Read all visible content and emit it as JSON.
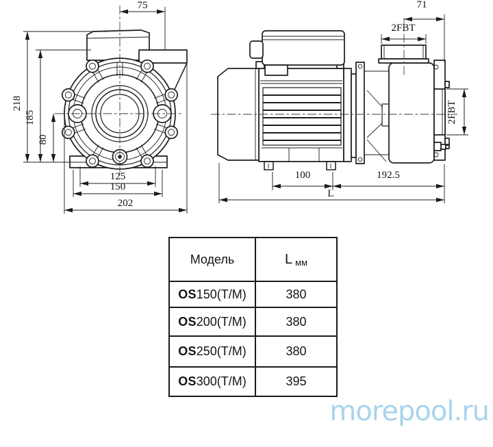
{
  "front_view": {
    "dims": {
      "d75": "75",
      "d218": "218",
      "d185": "185",
      "d80": "80",
      "d125": "125",
      "d150": "150",
      "d202": "202"
    }
  },
  "side_view": {
    "dims": {
      "d71": "71",
      "dtop": "2FBT",
      "dright": "2FBT",
      "d100": "100",
      "d192": "192.5",
      "dL": "L"
    }
  },
  "table": {
    "headers": {
      "model": "Модель",
      "l_main": "L",
      "l_unit": "мм"
    },
    "rows": [
      {
        "prefix": "OS",
        "name": "150(T/M)",
        "l": "380"
      },
      {
        "prefix": "OS",
        "name": "200(T/M)",
        "l": "380"
      },
      {
        "prefix": "OS",
        "name": "250(T/M)",
        "l": "380"
      },
      {
        "prefix": "OS",
        "name": "300(T/M)",
        "l": "395"
      }
    ]
  },
  "watermark": {
    "text": "morepool.ru"
  },
  "colors": {
    "drawing_line": "#1c1c1c",
    "table_border": "#1a1a1a",
    "watermark": "#a9d4eb",
    "background": "#ffffff"
  }
}
